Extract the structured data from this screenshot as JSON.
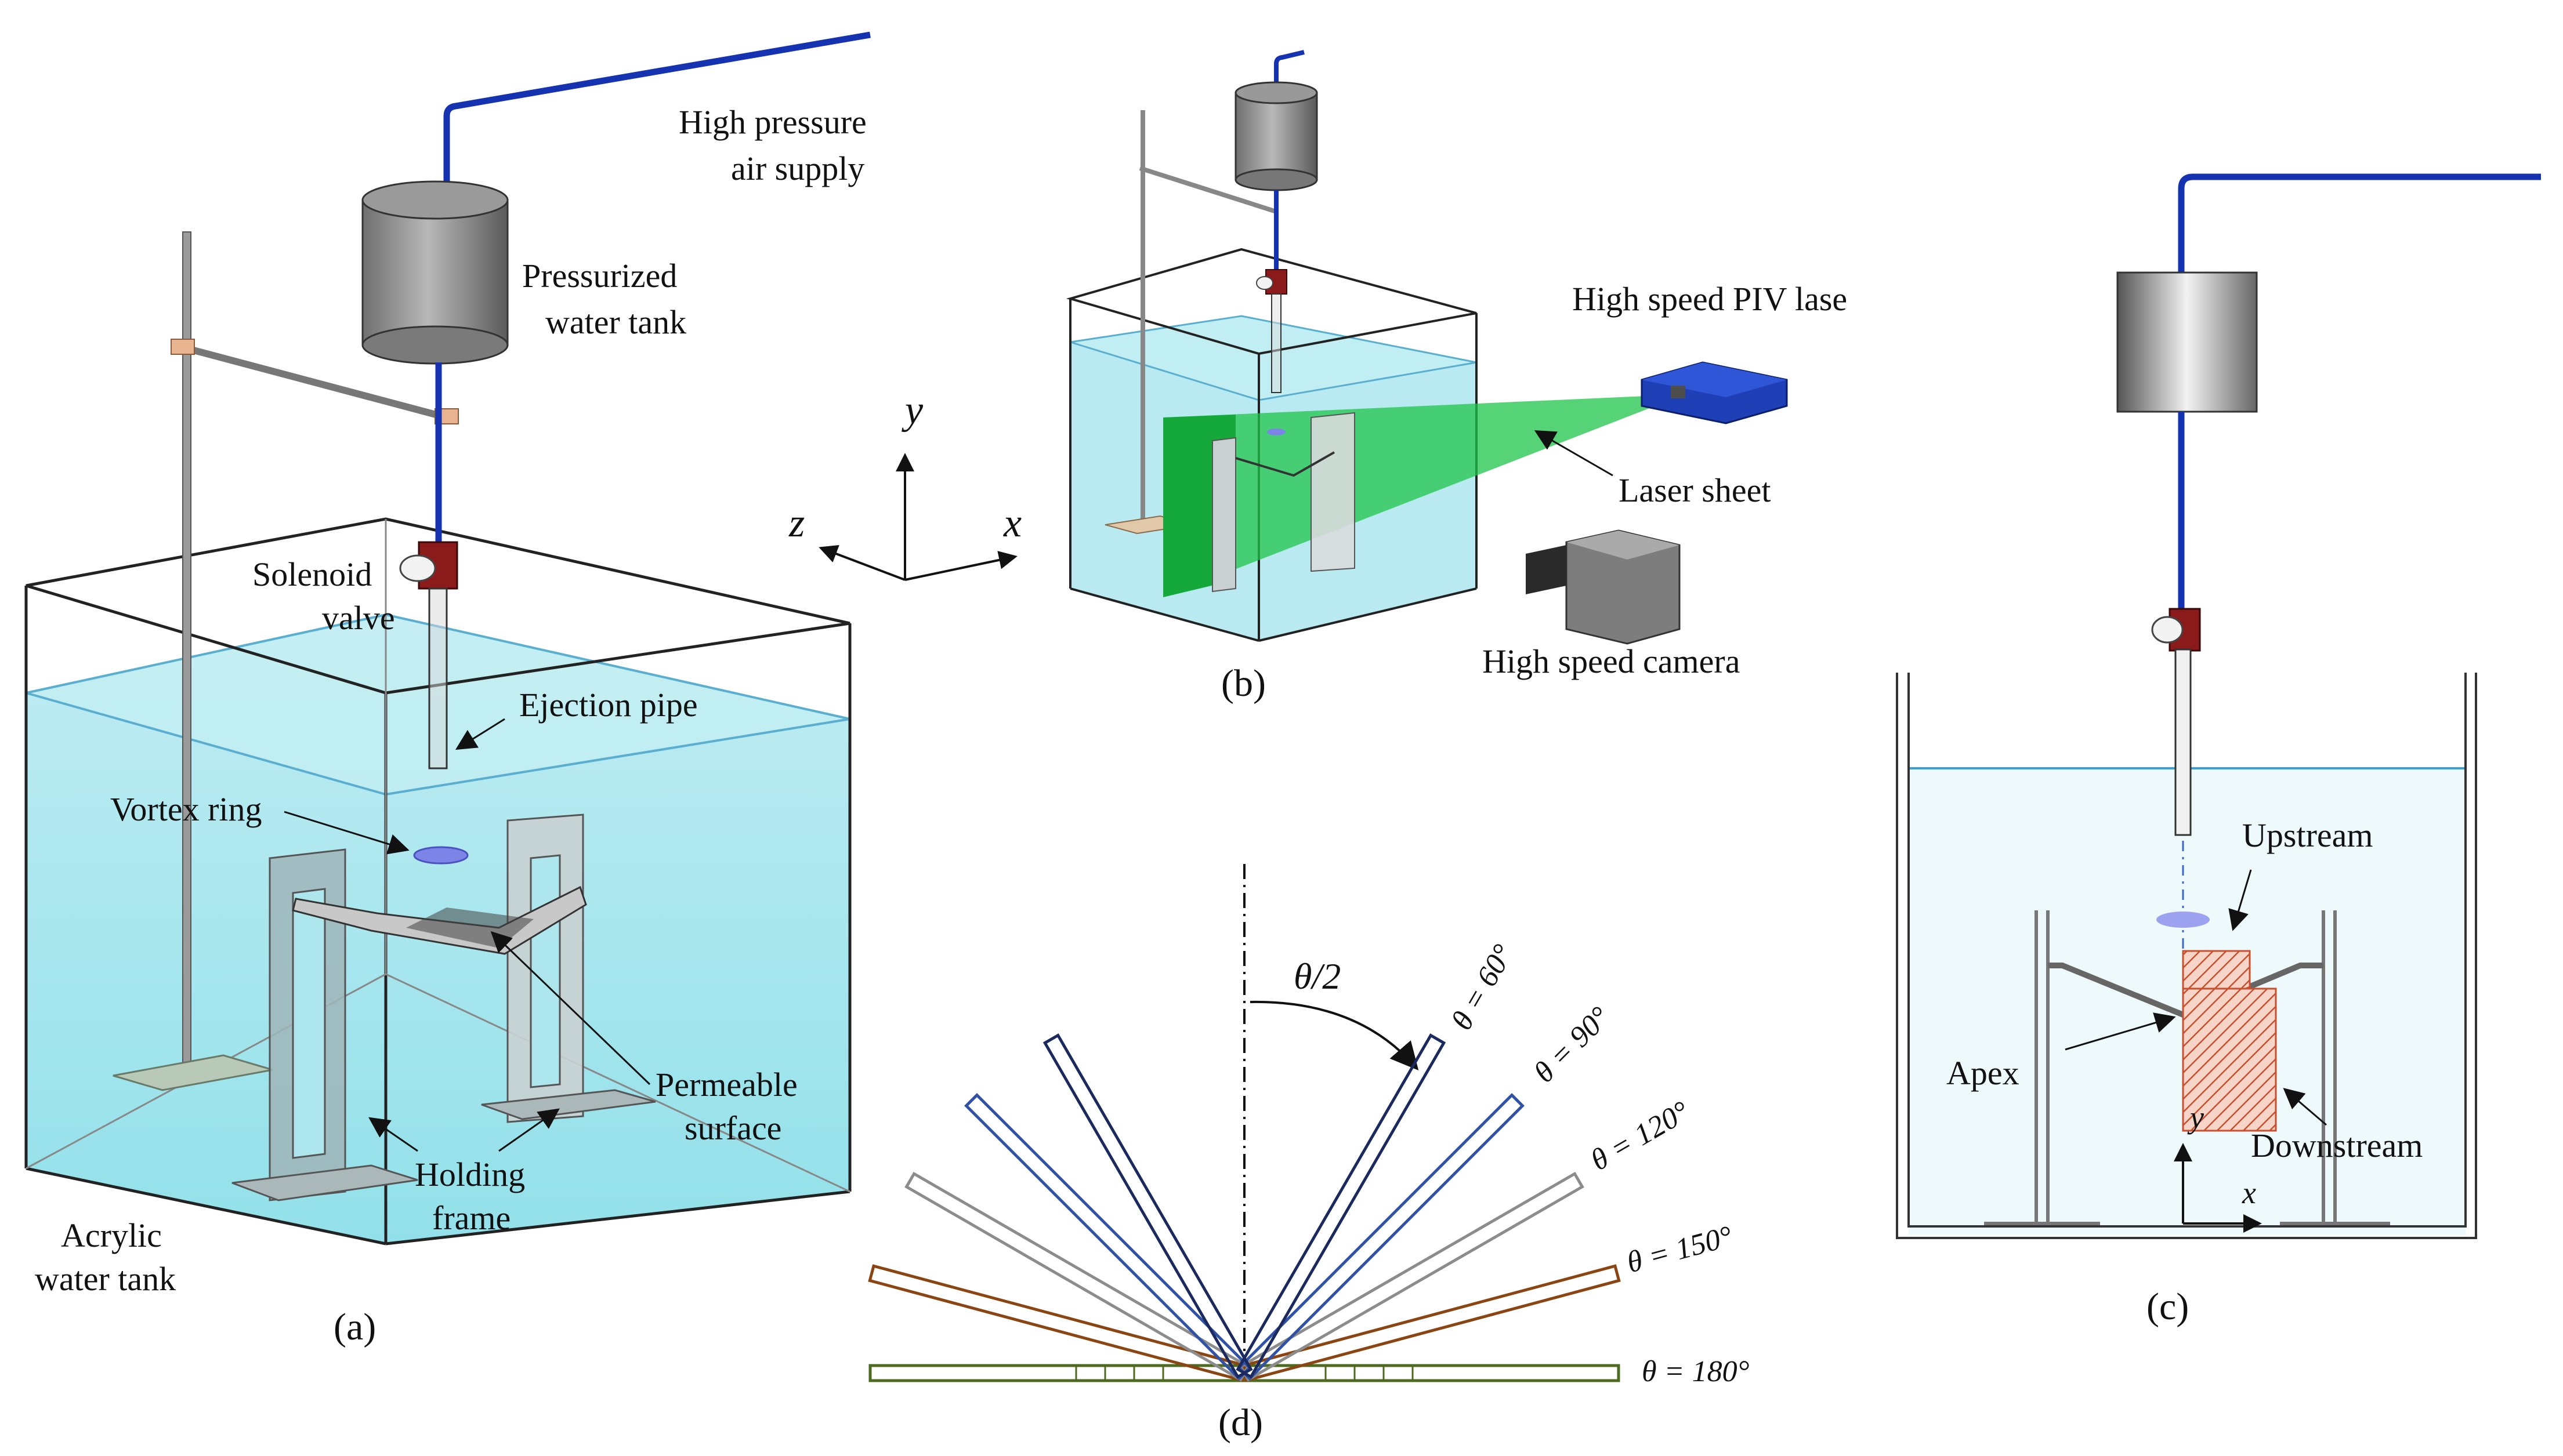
{
  "colors": {
    "water": "#aee6ee",
    "water_dark": "#8fd6e2",
    "pipe_blue": "#1533b0",
    "valve_red": "#8b1a1a",
    "laser_green": "#1fc44a",
    "laser_box": "#1e3fb5",
    "frame_grey": "#a9b4b8",
    "downstream_hatch": "#cc5a3a",
    "theta60": "#1b2a5e",
    "theta90": "#2f52a6",
    "theta120": "#8c8c8c",
    "theta150": "#8b4513",
    "theta180": "#4d6b1f"
  },
  "panel_a": {
    "label_air": [
      "High pressure",
      "air supply"
    ],
    "label_tank": [
      "Pressurized",
      "water tank"
    ],
    "label_valve": [
      "Solenoid",
      "valve"
    ],
    "label_pipe": "Ejection pipe",
    "label_vortex": "Vortex ring",
    "label_perm": [
      "Permeable",
      "surface"
    ],
    "label_frame": [
      "Holding",
      "frame"
    ],
    "label_acrylic": [
      "Acrylic",
      "water tank"
    ],
    "caption": "(a)"
  },
  "axes": {
    "y": "y",
    "z": "z",
    "x": "x"
  },
  "panel_b": {
    "label_laser": "High speed PIV lase",
    "label_sheet": "Laser sheet",
    "label_camera": "High speed camera",
    "caption": "(b)"
  },
  "panel_c": {
    "label_upstream": "Upstream",
    "label_apex": "Apex",
    "label_downstream": "Downstream",
    "axis_y": "y",
    "axis_x": "x",
    "caption": "(c)"
  },
  "panel_d": {
    "half_angle_label": "θ/2",
    "angles": [
      {
        "label": "θ = 60°"
      },
      {
        "label": "θ = 90°"
      },
      {
        "label": "θ = 120°"
      },
      {
        "label": "θ = 150°"
      },
      {
        "label": "θ = 180°"
      }
    ],
    "caption": "(d)"
  }
}
